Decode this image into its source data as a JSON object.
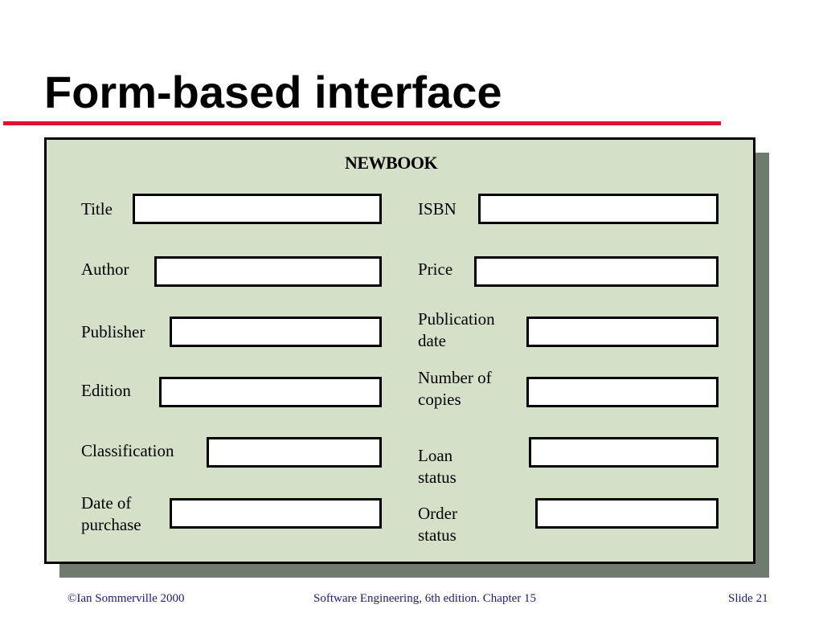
{
  "slide": {
    "title": "Form-based interface"
  },
  "form": {
    "heading": "NEWBOOK",
    "fields": {
      "title": {
        "label": "Title",
        "value": ""
      },
      "author": {
        "label": "Author",
        "value": ""
      },
      "publisher": {
        "label": "Publisher",
        "value": ""
      },
      "edition": {
        "label": "Edition",
        "value": ""
      },
      "classification": {
        "label": "Classification",
        "value": ""
      },
      "date_of_purchase": {
        "label": "Date of\npurchase",
        "value": ""
      },
      "isbn": {
        "label": "ISBN",
        "value": ""
      },
      "price": {
        "label": "Price",
        "value": ""
      },
      "publication_date": {
        "label": "Publication\ndate",
        "value": ""
      },
      "number_of_copies": {
        "label": "Number of\ncopies",
        "value": ""
      },
      "loan_status": {
        "label": "Loan\nstatus",
        "value": ""
      },
      "order_status": {
        "label": "Order\nstatus",
        "value": ""
      }
    }
  },
  "footer": {
    "left": "©Ian Sommerville 2000",
    "center": "Software Engineering, 6th edition. Chapter 15",
    "right": "Slide 21"
  },
  "colors": {
    "title_rule": "#e0102f",
    "form_background": "#d4e0c8",
    "form_shadow": "#6f7b6f",
    "footer_text": "#1a1a80"
  }
}
